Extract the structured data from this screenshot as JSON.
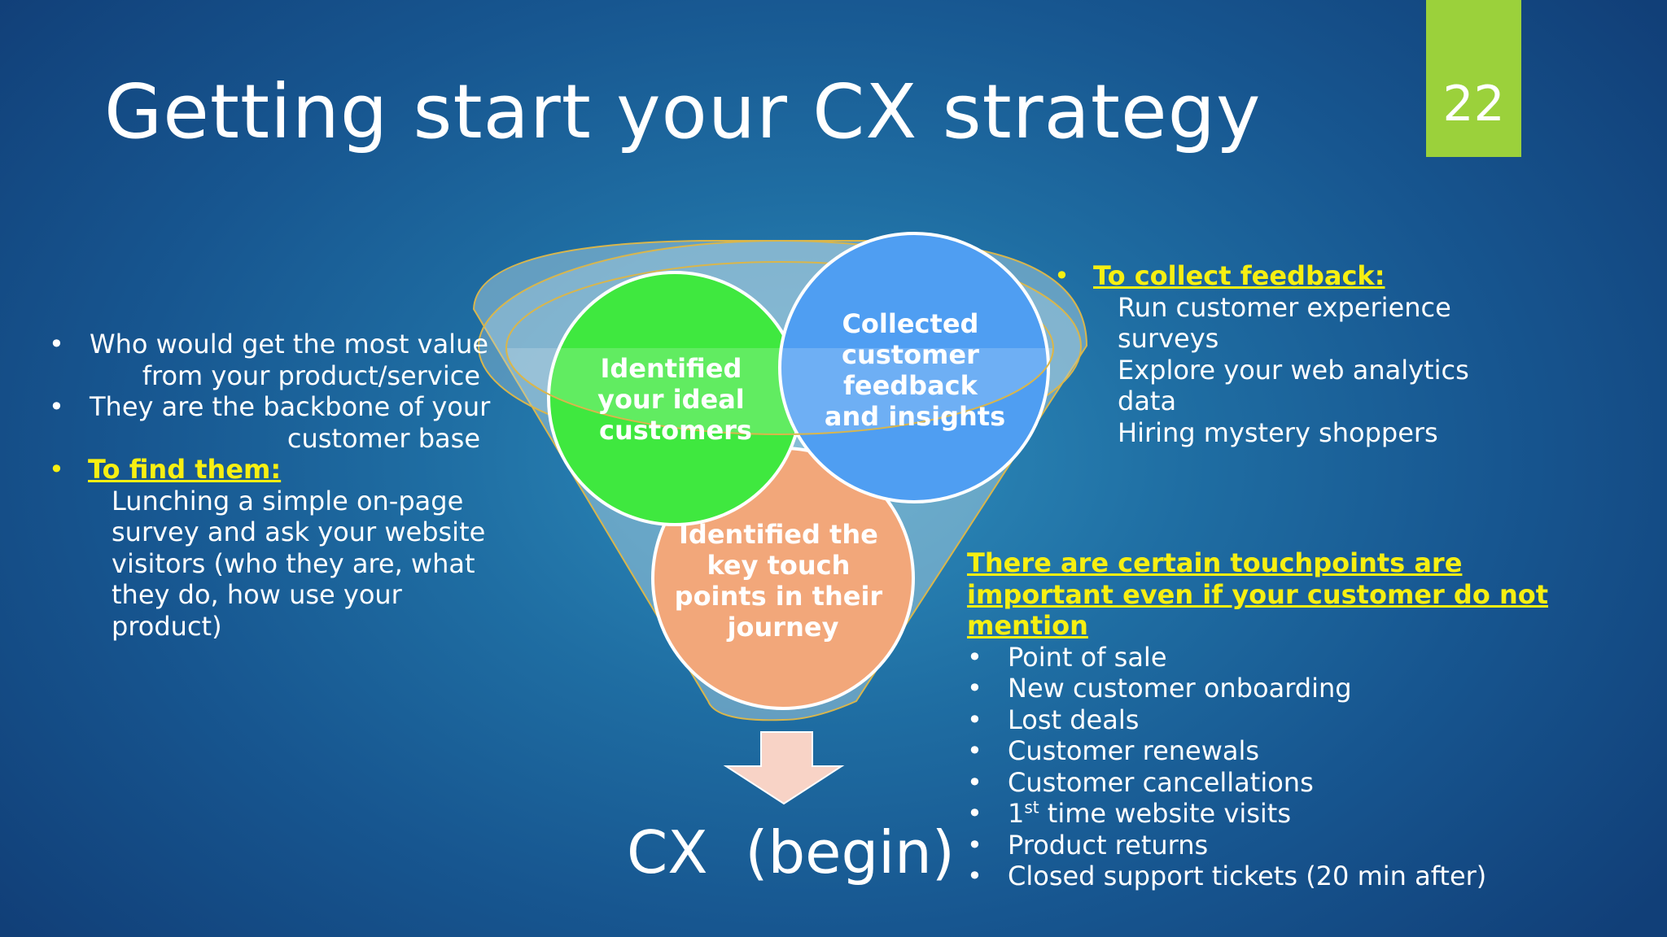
{
  "slide": {
    "title": "Getting start your CX strategy",
    "page_number": "22",
    "accent_color": "#9bd13b",
    "heading_color": "#f7ef12"
  },
  "left_block": {
    "bullets": [
      {
        "line1": "Who would get the most value",
        "line2": "from your product/service"
      },
      {
        "line1": "They are the backbone of your",
        "line2": "customer base"
      }
    ],
    "heading": "To find them:",
    "body_lines": [
      "Lunching a simple  on-page",
      "survey and ask your website",
      "visitors (who they are, what",
      "they do, how use your",
      "product)"
    ]
  },
  "funnel": {
    "circles": [
      {
        "label_lines": [
          "Identified",
          "your ideal",
          "customers"
        ],
        "color": "#3fe83f"
      },
      {
        "label_lines": [
          "Collected",
          "customer",
          "feedback",
          "and insights"
        ],
        "color": "#4f9ef2"
      },
      {
        "label_lines": [
          "Identified the",
          "key touch",
          "points in their",
          "journey"
        ],
        "color": "#f2a77a"
      }
    ],
    "output_label": "CX  (begin)"
  },
  "right_top_block": {
    "heading": "To collect feedback:",
    "lines": [
      "Run customer experience",
      "surveys",
      "Explore your web analytics",
      "data",
      "Hiring mystery shoppers"
    ]
  },
  "right_bottom_block": {
    "heading_lines": [
      "There are certain touchpoints are",
      "important even if your customer do not",
      "mention"
    ],
    "items": [
      "Point of sale",
      "New customer onboarding",
      "Lost deals",
      "Customer renewals",
      "Customer cancellations",
      {
        "sup_prefix": "1",
        "sup": "st",
        "rest": " time website visits"
      },
      "Product returns",
      "Closed support tickets (20 min after)"
    ]
  },
  "icons": {
    "bullet": "•",
    "down_arrow": "down-arrow-icon"
  }
}
